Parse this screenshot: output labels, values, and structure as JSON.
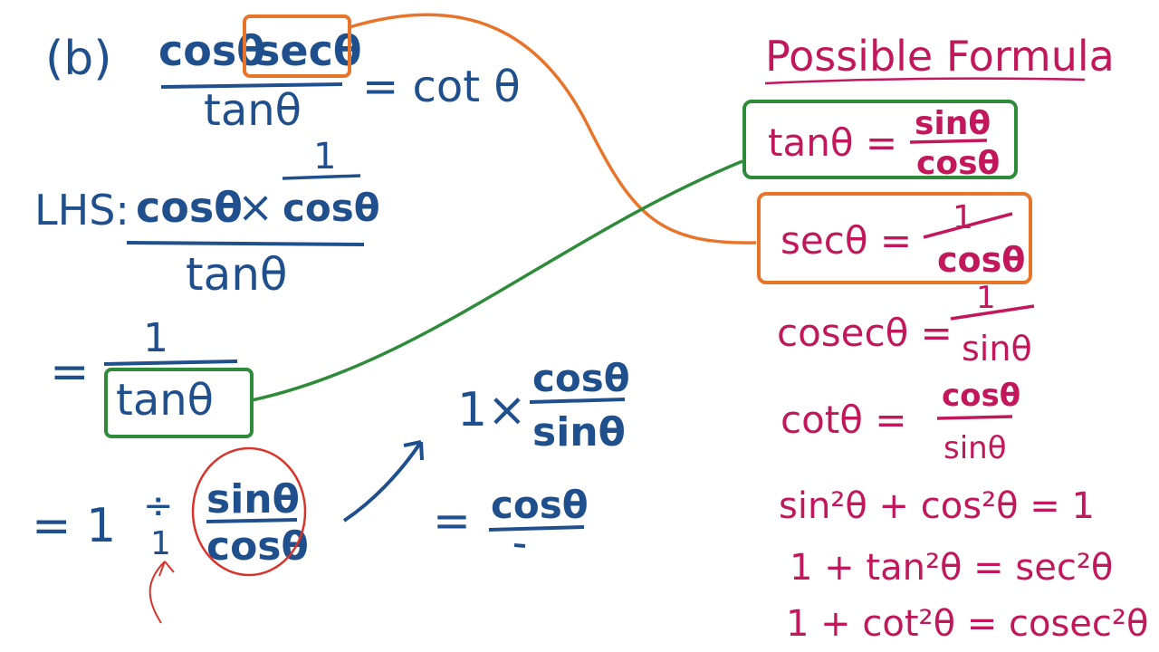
{
  "colors": {
    "work_ink": "#1f4f8c",
    "formula_ink": "#c2185b",
    "highlight_orange": "#e8742a",
    "highlight_green": "#2e8b3a",
    "note_red": "#d9342b"
  },
  "problem": {
    "label": "(b)",
    "numerator": "cosθ secθ",
    "numerator_part1": "cosθ",
    "numerator_part2": "secθ",
    "denominator": "tanθ",
    "rhs": "= cot θ"
  },
  "working": {
    "lhs_label": "LHS:",
    "lhs_num_left": "cosθ",
    "times": "×",
    "lhs_num_frac_top": "1",
    "lhs_num_frac_bottom": "cosθ",
    "lhs_den": "tanθ",
    "step2_eq": "=",
    "step2_num": "1",
    "step2_den": "tanθ",
    "step3_eq": "= 1",
    "step3_div": "÷",
    "step3_div_den": "1",
    "step3_frac_top": "sinθ",
    "step3_frac_bottom": "cosθ",
    "step4_prefix": "1×",
    "step4_top": "cosθ",
    "step4_bottom": "sinθ",
    "step5_eq": "=",
    "step5_top": "cosθ"
  },
  "formulas": {
    "title": "Possible Formula",
    "tan": {
      "lhs": "tanθ =",
      "top": "sinθ",
      "bottom": "cosθ"
    },
    "sec": {
      "lhs": "secθ =",
      "top": "1",
      "bottom": "cosθ"
    },
    "cosec": {
      "lhs": "cosecθ =",
      "top": "1",
      "bottom": "sinθ"
    },
    "cot": {
      "lhs": "cotθ =",
      "top": "cosθ",
      "bottom": "sinθ"
    },
    "pyth1": "sin²θ + cos²θ = 1",
    "pyth2": "1 + tan²θ = sec²θ",
    "pyth3": "1 + cot²θ = cosec²θ"
  }
}
